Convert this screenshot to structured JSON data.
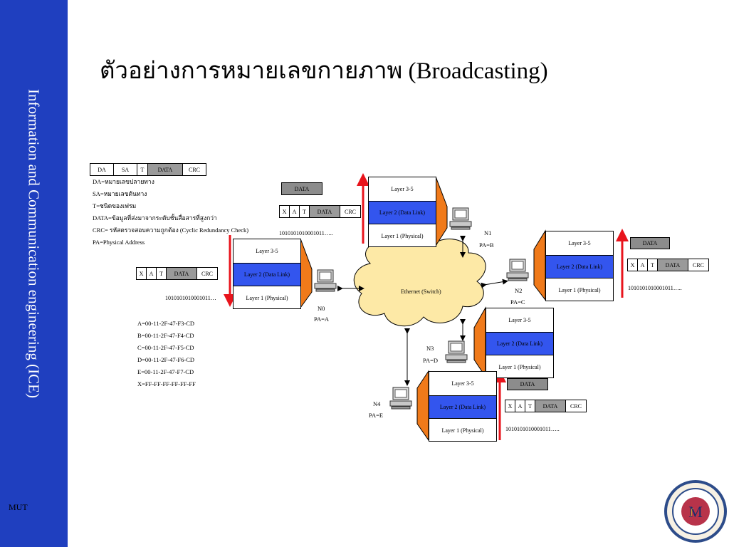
{
  "sidebar": {
    "text": "Information and Communication engineering (ICE)",
    "footer": "MUT",
    "color": "#1f3fbf"
  },
  "title": "ตัวอย่างการหมายเลขกายภาพ (Broadcasting)",
  "legend": {
    "frame": [
      "DA",
      "SA",
      "T",
      "DATA",
      "CRC"
    ],
    "lines": [
      "DA=หมายเลขปลายทาง",
      "SA=หมายเลขต้นทาง",
      "T=ชนิดของเฟรม",
      "DATA=ข้อมูลที่ส่งมาจากระดับชั้นสื่อสารที่สูงกว่า",
      "CRC= รหัสตรวจสอบความถูกต้อง (Cyclic Redundancy Check)",
      "PA=Physical Address"
    ]
  },
  "addresses": [
    "A=00-11-2F-47-F3-CD",
    "B=00-11-2F-47-F4-CD",
    "C=00-11-2F-47-F5-CD",
    "D=00-11-2F-47-F6-CD",
    "E=00-11-2F-47-F7-CD",
    "X=FF-FF-FF-FF-FF-FF"
  ],
  "frame_cells": [
    "X",
    "A",
    "T",
    "DATA",
    "CRC"
  ],
  "data_label": "DATA",
  "bits": "1010101010001011…..",
  "bits_n0": "1010101010001011…",
  "bits_n1": "1010101010001011…..",
  "layers": {
    "l35": "Layer 3-5",
    "l2": "Layer 2 (Data Link)",
    "l1": "Layer 1 (Physical)"
  },
  "cloud_label": "Ethernet (Switch)",
  "nodes": [
    {
      "name": "N0",
      "pa": "PA=A"
    },
    {
      "name": "N1",
      "pa": "PA=B"
    },
    {
      "name": "N2",
      "pa": "PA=C"
    },
    {
      "name": "N3",
      "pa": "PA=D"
    },
    {
      "name": "N4",
      "pa": "PA=E"
    }
  ],
  "colors": {
    "layer2": "#3355ee",
    "arrow": "#e8141c",
    "trapezoid": "#f07a1a",
    "cloud": "#fde9a6",
    "data": "#8c8c8c"
  }
}
